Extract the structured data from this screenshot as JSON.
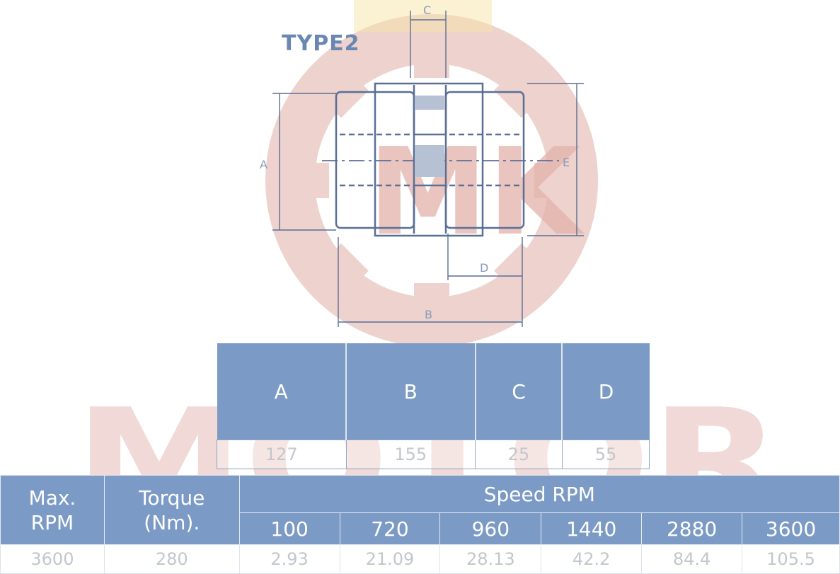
{
  "diagram": {
    "type_label": "TYPE2",
    "dimension_letters": {
      "a": "A",
      "b": "B",
      "c": "C",
      "d": "D",
      "e": "E"
    }
  },
  "watermark": {
    "letters": "MK",
    "word": "MOTOR"
  },
  "dimensions_table": {
    "headers": [
      "A",
      "B",
      "C",
      "D"
    ],
    "values": [
      "127",
      "155",
      "25",
      "55"
    ]
  },
  "speed_table": {
    "max_rpm_line1": "Max.",
    "max_rpm_line2": "RPM",
    "torque_line1": "Torque",
    "torque_line2": "(Nm).",
    "speed_header": "Speed RPM",
    "speeds": [
      "100",
      "720",
      "960",
      "1440",
      "2880",
      "3600"
    ],
    "row": {
      "max_rpm": "3600",
      "torque": "280",
      "values": [
        "2.93",
        "21.09",
        "28.13",
        "42.2",
        "84.4",
        "105.5"
      ]
    }
  }
}
